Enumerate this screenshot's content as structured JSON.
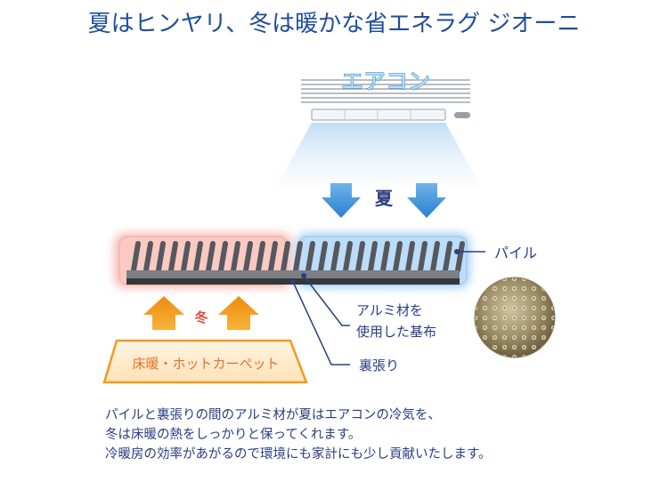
{
  "title": "夏はヒンヤリ、冬は暖かな省エネラグ ジオーニ",
  "labels": {
    "aircon": "エアコン",
    "summer": "夏",
    "winter": "冬",
    "pile": "パイル",
    "aluminum_line1": "アルミ材を",
    "aluminum_line2": "使用した基布",
    "backing": "裏張り",
    "floor_heating": "床暖・ホットカーペット"
  },
  "description": [
    "パイルと裏張りの間のアルミ材が夏はエアコンの冷気を、",
    "冬は床暖の熱をしっかりと保ってくれます。",
    "冷暖房の効率があがるので環境にも家計にも少し貢献いたします。"
  ],
  "colors": {
    "title": "#1f4e9c",
    "cool": "#2a7fd1",
    "warm": "#f39a1c",
    "winter_text": "#e04b3a",
    "label": "#2a3e82"
  }
}
